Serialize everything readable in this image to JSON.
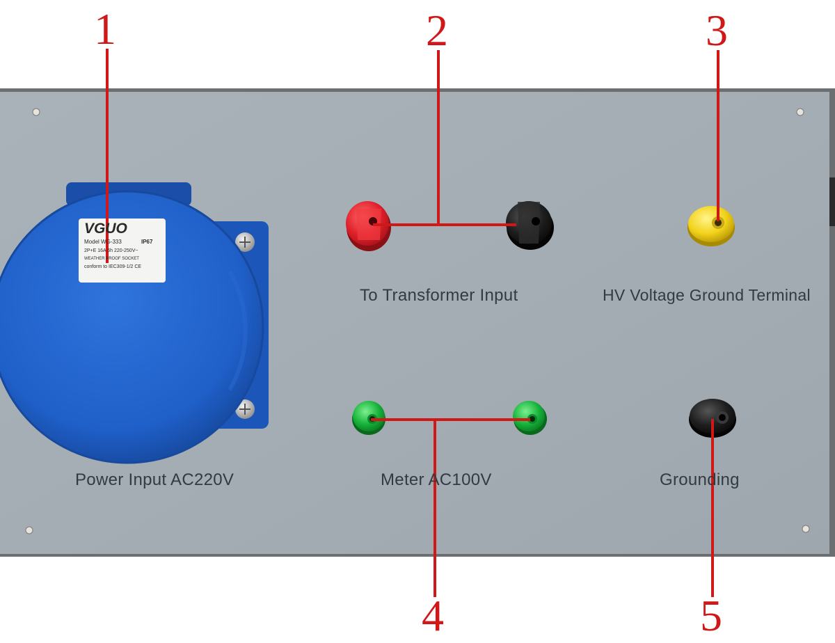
{
  "callouts": [
    "1",
    "2",
    "3",
    "4",
    "5"
  ],
  "labels": {
    "power_input": "Power Input AC220V",
    "transformer_input": "To Transformer Input",
    "hv_ground": "HV Voltage Ground Terminal",
    "meter": "Meter AC100V",
    "grounding": "Grounding"
  },
  "socket_label": {
    "brand": "VGUO",
    "model": "Model WG-333",
    "rating": "IP67",
    "spec": "2P+E  16A 6h   220-250V~",
    "desc": "WEATHER PROOF SOCKET",
    "standard": "conform to IEC309-1/2 CE"
  },
  "colors": {
    "panel": "#a5aeb5",
    "annotation": "#d01818",
    "socket": "#1f5fc8",
    "red_terminal": "#e0202a",
    "black_terminal": "#1a1a1a",
    "yellow_terminal": "#f2d21a",
    "green_terminal": "#17b23a"
  }
}
